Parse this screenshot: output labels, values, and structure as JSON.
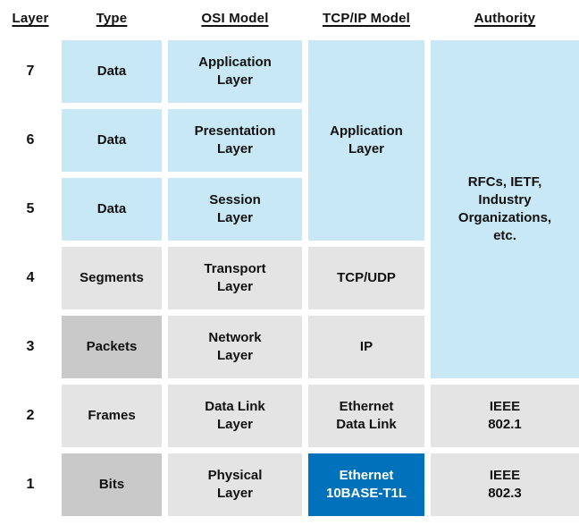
{
  "headers": {
    "layer": "Layer",
    "type": "Type",
    "osi": "OSI Model",
    "tcpip": "TCP/IP Model",
    "authority": "Authority"
  },
  "layers": [
    {
      "num": "7",
      "type": "Data",
      "osi": "Application\nLayer"
    },
    {
      "num": "6",
      "type": "Data",
      "osi": "Presentation\nLayer"
    },
    {
      "num": "5",
      "type": "Data",
      "osi": "Session\nLayer"
    },
    {
      "num": "4",
      "type": "Segments",
      "osi": "Transport\nLayer"
    },
    {
      "num": "3",
      "type": "Packets",
      "osi": "Network\nLayer"
    },
    {
      "num": "2",
      "type": "Frames",
      "osi": "Data Link\nLayer"
    },
    {
      "num": "1",
      "type": "Bits",
      "osi": "Physical\nLayer"
    }
  ],
  "tcpip": {
    "application": "Application\nLayer",
    "transport": "TCP/UDP",
    "internet": "IP",
    "datalink": "Ethernet\nData Link",
    "physical": "Ethernet\n10BASE-T1L"
  },
  "authority": {
    "upper": "RFCs, IETF,\nIndustry\nOrganizations,\netc.",
    "ieee8021": "IEEE\n802.1",
    "ieee8023": "IEEE\n802.3"
  },
  "colors": {
    "blue-light": "#c9e8f5",
    "gray-light": "#e4e4e4",
    "gray-mid": "#c9c9c9",
    "blue-solid": "#0072bc",
    "text": "#111111",
    "text-on-blue": "#ffffff"
  }
}
